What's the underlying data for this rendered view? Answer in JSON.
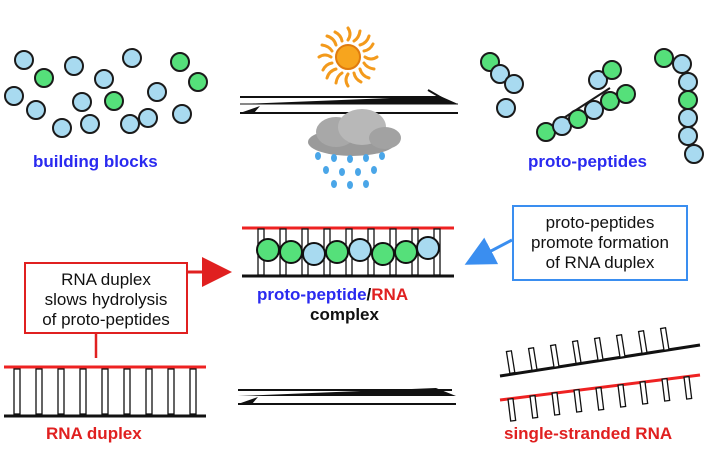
{
  "labels": {
    "building_blocks": "building blocks",
    "proto_peptides": "proto-peptides",
    "complex_part1": "proto-peptide",
    "complex_sep": "/",
    "complex_part2": "RNA",
    "complex_line2": "complex",
    "rna_duplex": "RNA duplex",
    "single_stranded": "single-stranded RNA"
  },
  "callouts": {
    "right": [
      "proto-peptides",
      "promote formation",
      "of RNA duplex"
    ],
    "left": [
      "RNA duplex",
      "slows hydrolysis",
      "of proto-peptides"
    ]
  },
  "colors": {
    "blue_text": "#2a2af0",
    "red_text": "#e02020",
    "black_text": "#111111",
    "bead_blue": "#a8daf0",
    "bead_green": "#55e07a",
    "callout_blue": "#3a8ef0",
    "callout_red": "#e02020",
    "strand_red": "#ee2222",
    "strand_black": "#111111",
    "sun": "#f39a1c"
  },
  "icons": [
    "sun-icon",
    "rain-cloud-icon"
  ]
}
